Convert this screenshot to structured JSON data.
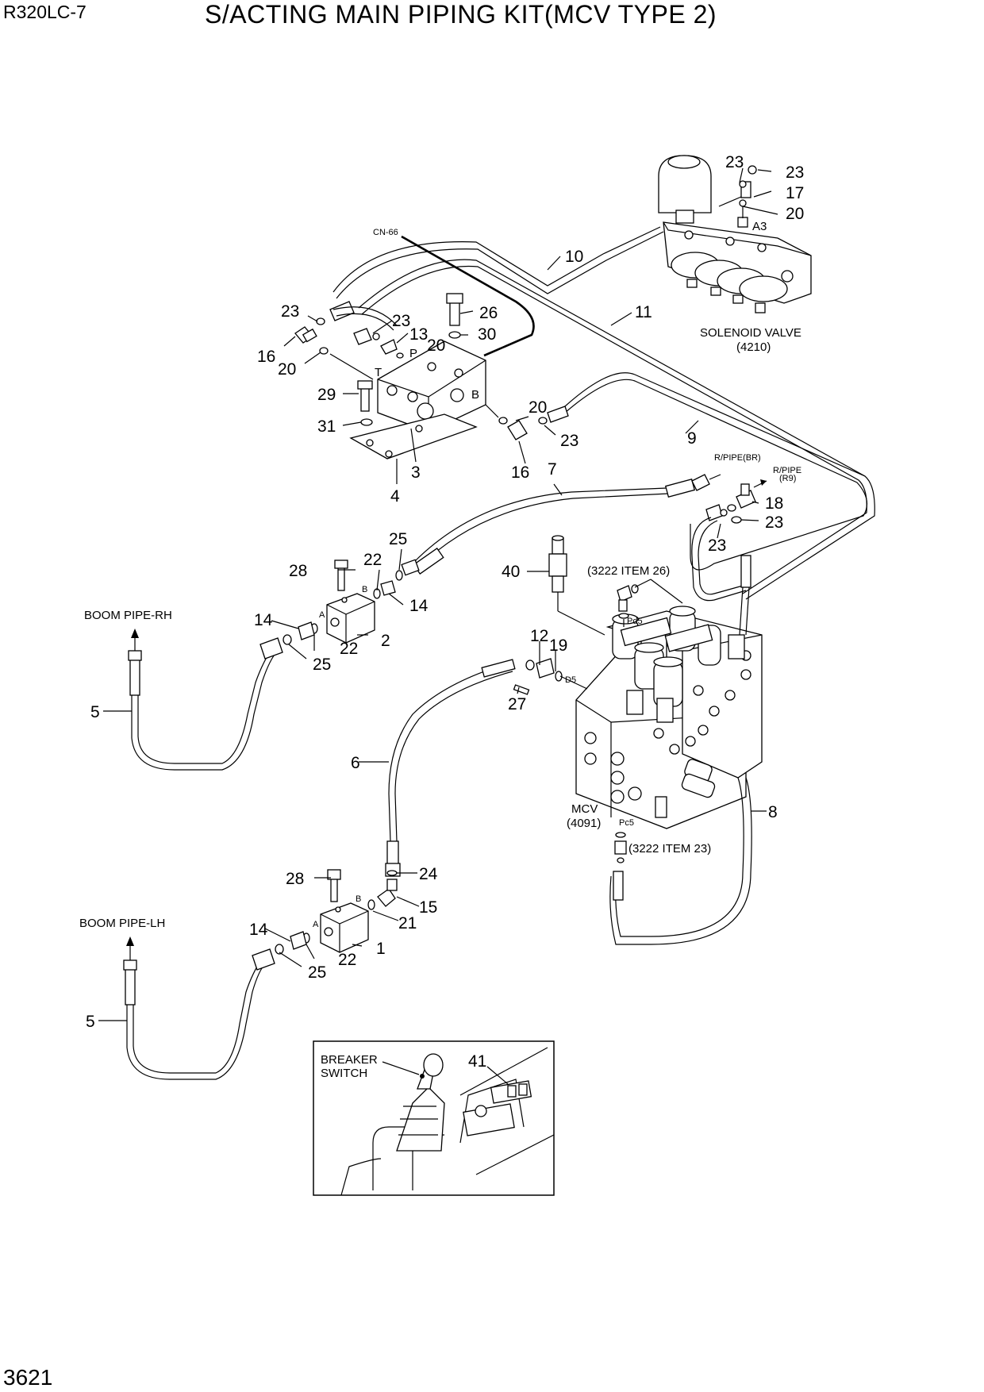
{
  "header": {
    "model": "R320LC-7",
    "title": "S/ACTING MAIN PIPING KIT(MCV TYPE 2)"
  },
  "footer": {
    "page_number": "3621"
  },
  "labels": {
    "cn66": "CN-66",
    "solenoid_valve": "SOLENOID VALVE",
    "solenoid_code": "(4210)",
    "rpipe_br": "R/PIPE(BR)",
    "rpipe_r9_a": "R/PIPE",
    "rpipe_r9_b": "(R9)",
    "ref_item26": "(3222 ITEM 26)",
    "ref_item23": "(3222 ITEM 23)",
    "boom_rh": "BOOM PIPE-RH",
    "boom_lh": "BOOM PIPE-LH",
    "mcv": "MCV",
    "mcv_code": "(4091)",
    "breaker_a": "BREAKER",
    "breaker_b": "SWITCH",
    "port_a3": "A3",
    "port_t": "T",
    "port_p": "P",
    "port_b": "B",
    "port_a": "A",
    "port_pd5": "Pd5",
    "port_d5": "D5",
    "port_pc5": "Pc5"
  },
  "callouts": {
    "c23a": "23",
    "c23b": "23",
    "c17": "17",
    "c20a": "20",
    "c10": "10",
    "c11": "11",
    "c23c": "23",
    "c23d": "23",
    "c26": "26",
    "c13": "13",
    "c20b": "20",
    "c30": "30",
    "c16a": "16",
    "c20c": "20",
    "c29": "29",
    "c31": "31",
    "c3": "3",
    "c4": "4",
    "c20d": "20",
    "c23e": "23",
    "c16b": "16",
    "c9": "9",
    "c7": "7",
    "c18": "18",
    "c23f": "23",
    "c23g": "23",
    "c40": "40",
    "c28a": "28",
    "c22a": "22",
    "c25a": "25",
    "c14a": "14",
    "c14b": "14",
    "c22b": "22",
    "c2": "2",
    "c25b": "25",
    "c5a": "5",
    "c12": "12",
    "c19": "19",
    "c27": "27",
    "c6": "6",
    "c8": "8",
    "c24": "24",
    "c28b": "28",
    "c15": "15",
    "c21": "21",
    "c14c": "14",
    "c22c": "22",
    "c1": "1",
    "c25c": "25",
    "c5b": "5",
    "c41": "41"
  }
}
